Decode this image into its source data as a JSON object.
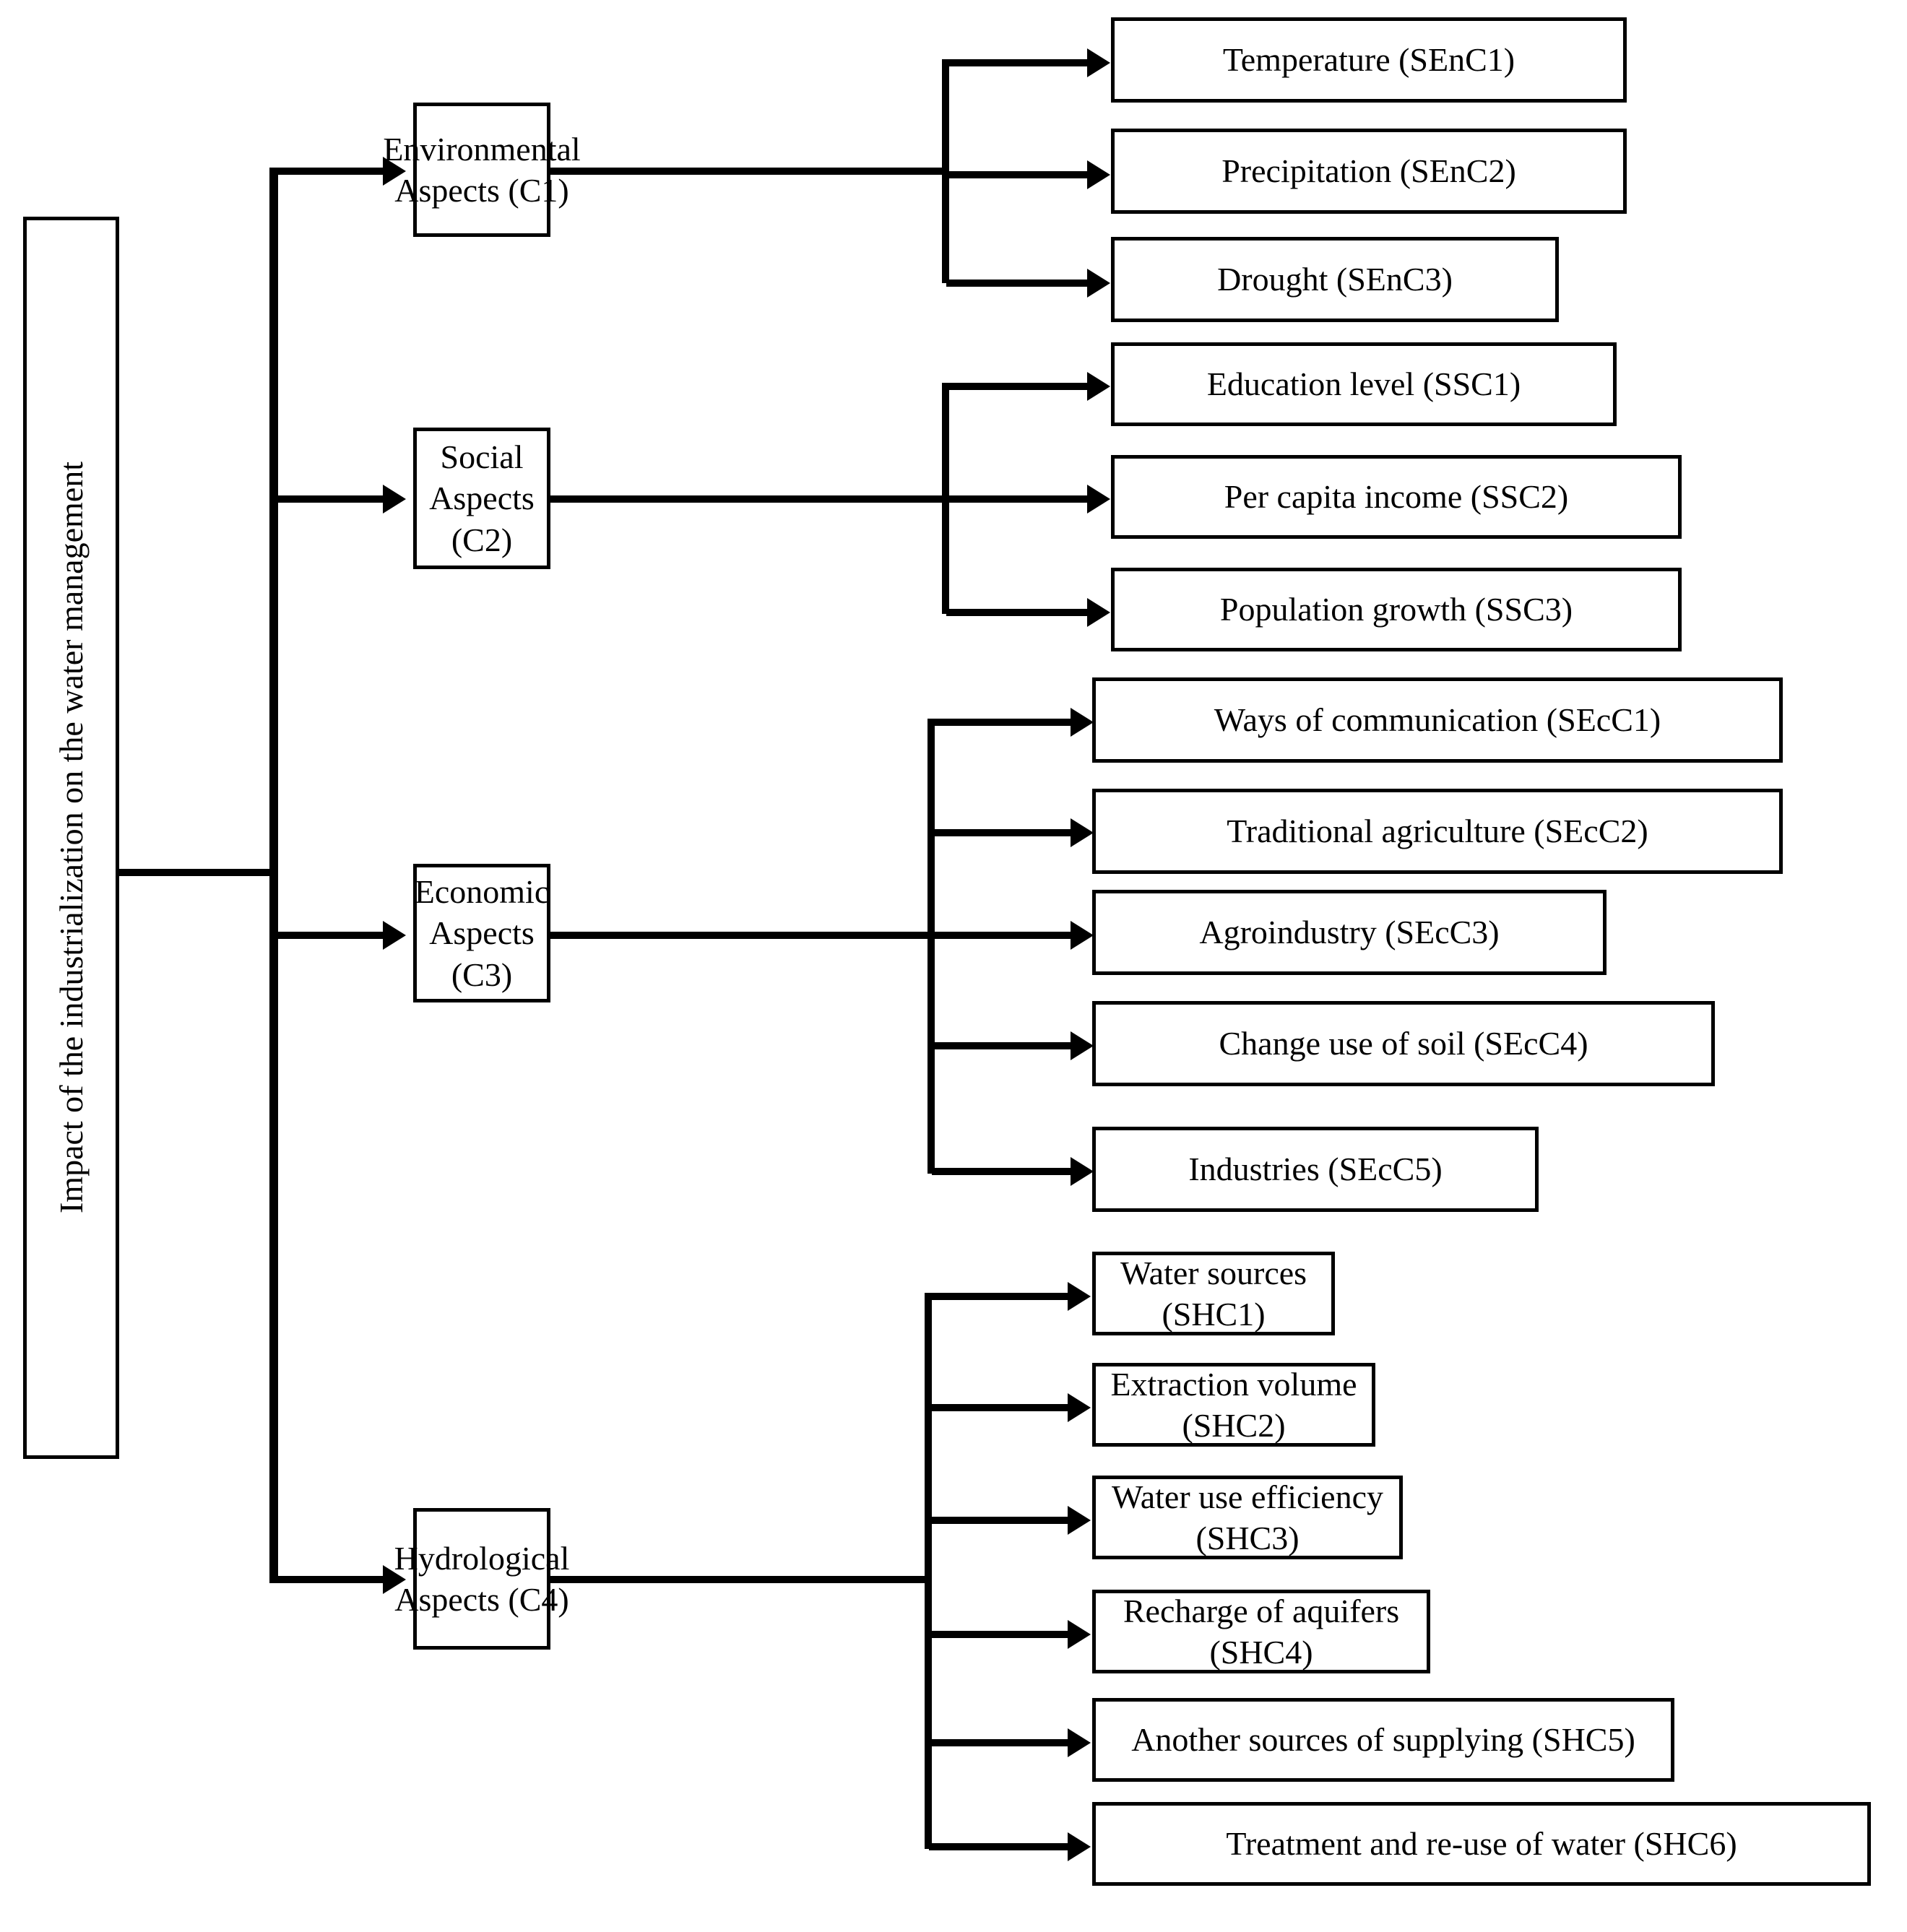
{
  "diagram": {
    "type": "hierarchy-tree",
    "title": "Impact of the industrialization on the water management",
    "root": {
      "label": "Impact of the industrialization on the water management",
      "orientation": "vertical-text"
    },
    "criteria": [
      {
        "id": "C1",
        "label": "Environmental Aspects (C1)",
        "line1": "Environmental",
        "line2": "Aspects (C1)",
        "subcriteria": [
          {
            "id": "SEnC1",
            "label": "Temperature (SEnC1)"
          },
          {
            "id": "SEnC2",
            "label": "Precipitation (SEnC2)"
          },
          {
            "id": "SEnC3",
            "label": "Drought (SEnC3)"
          }
        ]
      },
      {
        "id": "C2",
        "label": "Social Aspects (C2)",
        "line1": "Social Aspects",
        "line2": "(C2)",
        "subcriteria": [
          {
            "id": "SSC1",
            "label": "Education level (SSC1)"
          },
          {
            "id": "SSC2",
            "label": "Per capita income (SSC2)"
          },
          {
            "id": "SSC3",
            "label": "Population growth (SSC3)"
          }
        ]
      },
      {
        "id": "C3",
        "label": "Economic Aspects (C3)",
        "line1": "Economic",
        "line2": "Aspects (C3)",
        "subcriteria": [
          {
            "id": "SEcC1",
            "label": "Ways of communication (SEcC1)"
          },
          {
            "id": "SEcC2",
            "label": "Traditional agriculture (SEcC2)"
          },
          {
            "id": "SEcC3",
            "label": "Agroindustry (SEcC3)"
          },
          {
            "id": "SEcC4",
            "label": "Change use of soil (SEcC4)"
          },
          {
            "id": "SEcC5",
            "label": "Industries (SEcC5)"
          }
        ]
      },
      {
        "id": "C4",
        "label": "Hydrological Aspects (C4)",
        "line1": "Hydrological",
        "line2": "Aspects (C4)",
        "subcriteria": [
          {
            "id": "SHC1",
            "label": "Water sources (SHC1)"
          },
          {
            "id": "SHC2",
            "label": "Extraction volume (SHC2)"
          },
          {
            "id": "SHC3",
            "label": "Water use efficiency (SHC3)"
          },
          {
            "id": "SHC4",
            "label": "Recharge of aquifers (SHC4)"
          },
          {
            "id": "SHC5",
            "label": "Another sources of supplying (SHC5)"
          },
          {
            "id": "SHC6",
            "label": "Treatment and re-use of water (SHC6)"
          }
        ]
      }
    ],
    "colors": {
      "line": "#000000",
      "box_fill": "#ffffff",
      "text": "#000000"
    }
  }
}
